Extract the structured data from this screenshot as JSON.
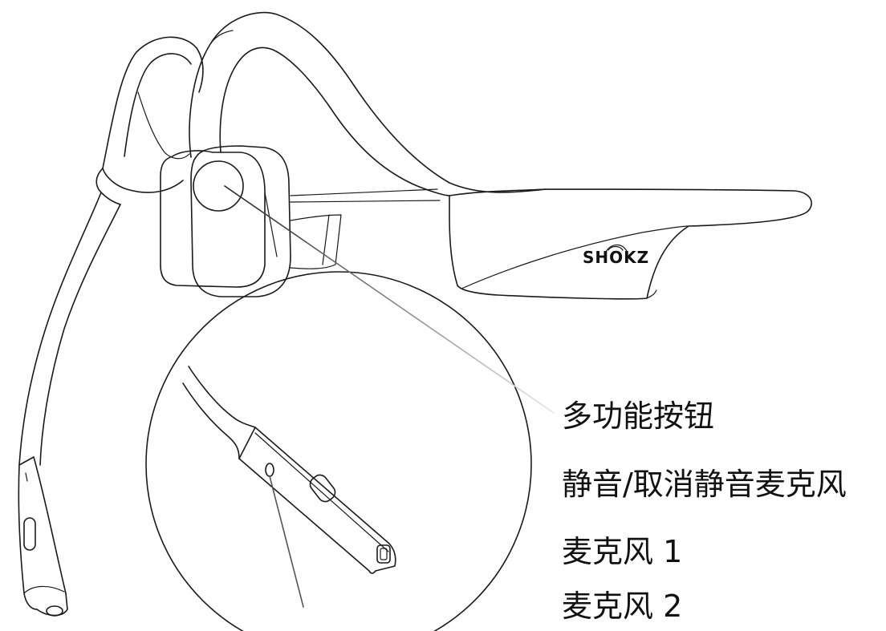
{
  "brand_logo": "SHOKZ",
  "callouts": {
    "multifunction_button": "多功能按钮",
    "mute_button": "静音/取消静音麦克风",
    "mic_1": "麦克风 1",
    "mic_2": "麦克风 2"
  },
  "colors": {
    "line": "#1a1a1a",
    "leader_start": "#222222",
    "leader_end": "#e6e6e6",
    "text": "#111111"
  }
}
